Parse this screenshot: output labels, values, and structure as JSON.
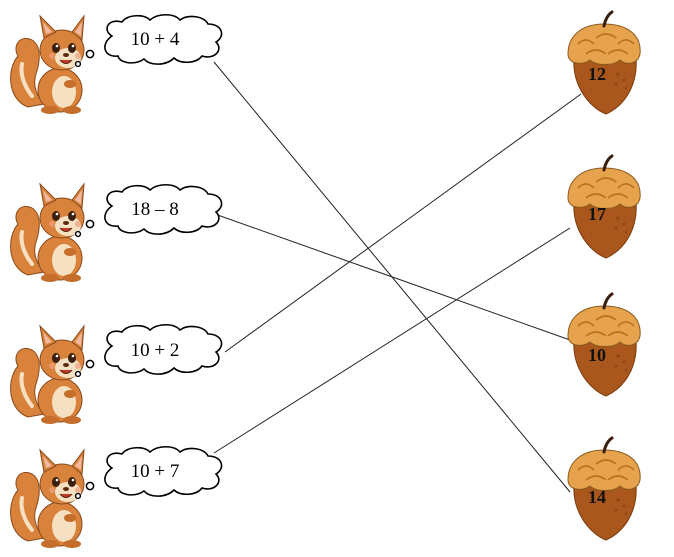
{
  "expressions": [
    "10 + 4",
    "18 – 8",
    "10 + 2",
    "10 + 7"
  ],
  "acorn_numbers": [
    "12",
    "17",
    "10",
    "14"
  ],
  "matches": [
    {
      "expression": "10 + 4",
      "acorn": "14"
    },
    {
      "expression": "18 – 8",
      "acorn": "10"
    },
    {
      "expression": "10 + 2",
      "acorn": "12"
    },
    {
      "expression": "10 + 7",
      "acorn": "17"
    }
  ],
  "colors": {
    "acorn_cap": "#e6a24c",
    "acorn_body": "#a9571d",
    "squirrel_fur": "#d9823b",
    "squirrel_light": "#f6e0c2",
    "line": "#222222"
  }
}
